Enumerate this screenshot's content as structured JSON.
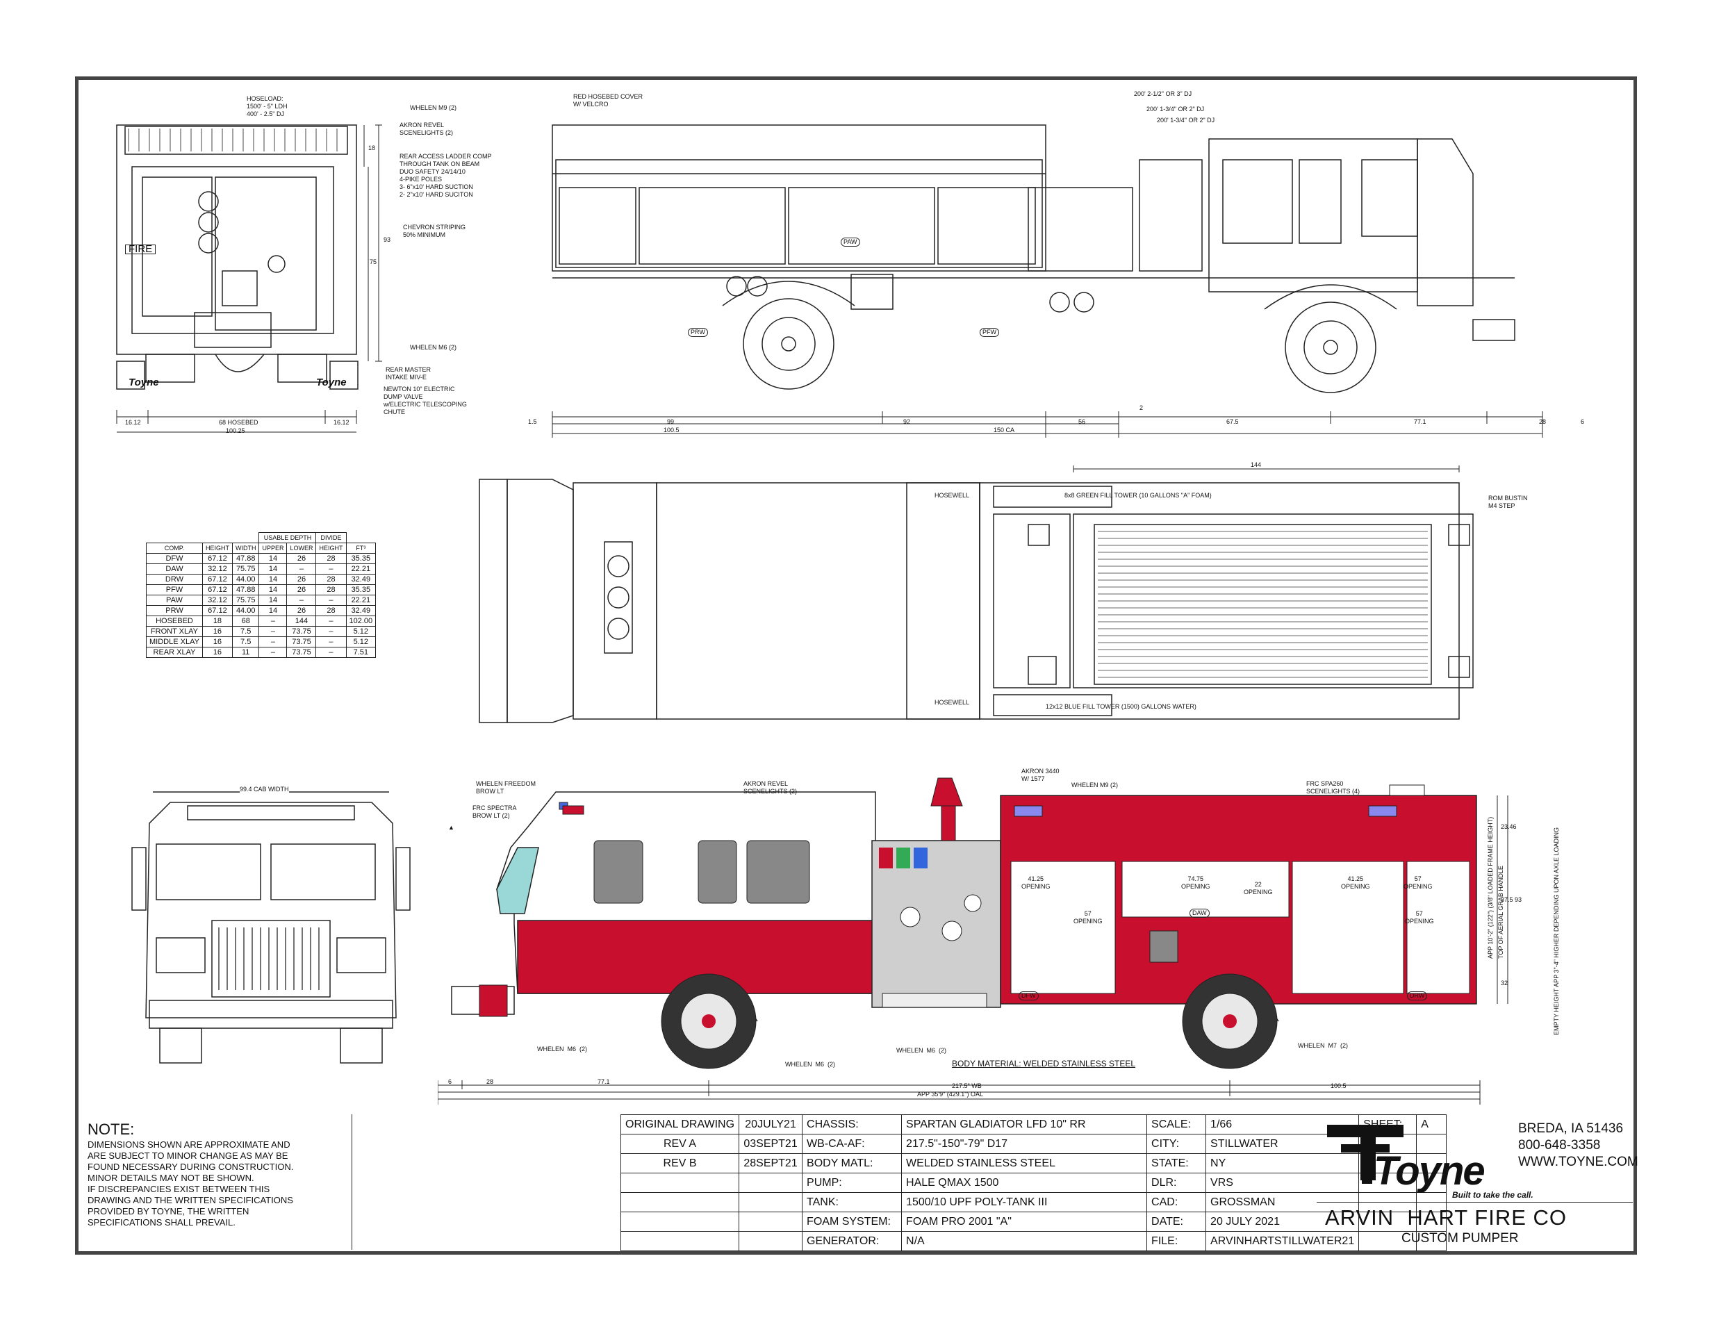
{
  "rear_view": {
    "hoseload": "HOSELOAD:\n1500' - 5\" LDH\n400' - 2.5\" DJ",
    "whelen_m9": "WHELEN M9 (2)",
    "akron_revel": "AKRON REVEL\nSCENELIGHTS (2)",
    "rear_access": "REAR ACCESS LADDER COMP\nTHROUGH TANK ON BEAM\nDUO SAFETY 24/14/10\n4-PIKE POLES\n3- 6\"x10' HARD SUCTION\n2- 2\"x10' HARD SUCITON",
    "chevron": "CHEVRON STRIPING\n50% MINIMUM",
    "whelen_m6": "WHELEN M6 (2)",
    "rear_master": "REAR MASTER\nINTAKE MIV-E",
    "newton": "NEWTON 10\" ELECTRIC\nDUMP VALVE\nw/ELECTRIC TELESCOPING\nCHUTE",
    "dim_16_12_left": "16.12",
    "dim_hosebed": "68 HOSEBED",
    "dim_16_12_right": "16.12",
    "dim_100_25": "100.25",
    "dim_18": "18",
    "dim_93": "93",
    "dim_75": "75",
    "fire_label": "FIRE",
    "logo_text": "Toyne"
  },
  "side_view_top": {
    "red_hosebed": "RED HOSEBED COVER\nW/ VELCRO",
    "dj1": "200' 2-1/2\" OR 3\" DJ",
    "dj2": "200' 1-3/4\" OR 2\" DJ",
    "dj3": "200' 1-3/4\" OR 2\" DJ",
    "dims": [
      "1.5",
      "99",
      "92",
      "56",
      "2",
      "67.5",
      "77.1",
      "28",
      "6"
    ],
    "dim_100_5": "100.5",
    "dim_150ca": "150 CA",
    "paw": "PAW",
    "prw": "PRW",
    "pfw": "PFW"
  },
  "plan_view": {
    "dim_144": "144",
    "hosewell_top": "HOSEWELL",
    "hosewell_bottom": "HOSEWELL",
    "green_tower": "8x8 GREEN FILL TOWER (10 GALLONS \"A\" FOAM)",
    "blue_tower": "12x12 BLUE FILL TOWER (1500) GALLONS WATER)",
    "rom_bustin": "ROM BUSTIN\nM4 STEP"
  },
  "compartment_table": {
    "headers_top": [
      "",
      "",
      "",
      "USABLE  DEPTH",
      "",
      "DIVIDE",
      ""
    ],
    "headers": [
      "COMP.",
      "HEIGHT",
      "WIDTH",
      "UPPER",
      "LOWER",
      "HEIGHT",
      "FT³"
    ],
    "rows": [
      [
        "DFW",
        "67.12",
        "47.88",
        "14",
        "26",
        "28",
        "35.35"
      ],
      [
        "DAW",
        "32.12",
        "75.75",
        "14",
        "–",
        "–",
        "22.21"
      ],
      [
        "DRW",
        "67.12",
        "44.00",
        "14",
        "26",
        "28",
        "32.49"
      ],
      [
        "PFW",
        "67.12",
        "47.88",
        "14",
        "26",
        "28",
        "35.35"
      ],
      [
        "PAW",
        "32.12",
        "75.75",
        "14",
        "–",
        "–",
        "22.21"
      ],
      [
        "PRW",
        "67.12",
        "44.00",
        "14",
        "26",
        "28",
        "32.49"
      ],
      [
        "HOSEBED",
        "18",
        "68",
        "–",
        "144",
        "–",
        "102.00"
      ],
      [
        "FRONT  XLAY",
        "16",
        "7.5",
        "–",
        "73.75",
        "–",
        "5.12"
      ],
      [
        "MIDDLE  XLAY",
        "16",
        "7.5",
        "–",
        "73.75",
        "–",
        "5.12"
      ],
      [
        "REAR  XLAY",
        "16",
        "11",
        "–",
        "73.75",
        "–",
        "7.51"
      ]
    ]
  },
  "front_view": {
    "cab_width": "99.4 CAB WIDTH"
  },
  "side_view_bottom": {
    "whelen_freedom": "WHELEN FREEDOM\nBROW LT",
    "frc_spectra": "FRC SPECTRA\nBROW LT (2)",
    "akron_revel": "AKRON REVEL\nSCENELIGHTS (2)",
    "akron_3440": "AKRON 3440\nW/ 1577",
    "whelen_m9": "WHELEN M9 (2)",
    "frc_spa260": "FRC SPA260\nSCENELIGHTS (4)",
    "whelen_m6_a": "WHELEN  M6  (2)",
    "whelen_m6_b": "WHELEN  M6  (2)",
    "whelen_m6_c": "WHELEN  M6  (2)",
    "whelen_m7": "WHELEN  M7  (2)",
    "body_material": "BODY MATERIAL: WELDED STAINLESS STEEL",
    "open1": "41.25\nOPENING",
    "open2": "57\nOPENING",
    "open3": "74.75\nOPENING",
    "open4": "22\nOPENING",
    "open5": "41.25\nOPENING",
    "open6": "57\nOPENING",
    "open7": "57\nOPENING",
    "daw": "DAW",
    "dfw": "DFW",
    "drw": "DRW",
    "dims_bottom": [
      "6",
      "28",
      "77.1",
      "217.5\" WB",
      "100.5"
    ],
    "oal": "APP 35'9\" (429.1\") OAL",
    "dims_right": [
      "23.46",
      "37.5",
      "93",
      "32"
    ],
    "height_note": "APP 10'-2\" (122\") (3/8\" LOADED FRAME HEIGHT)",
    "height_note2": "TOP OF AERIAL GRAB HANDLE",
    "height_note3": "EMPTY HEIGHT APP 3\"-4\" HIGHER DEPENDING UPON AXLE LOADING"
  },
  "note": {
    "title": "NOTE:",
    "text": "DIMENSIONS SHOWN ARE APPROXIMATE AND\nARE SUBJECT TO MINOR CHANGE AS MAY BE\nFOUND NECESSARY DURING CONSTRUCTION.\nMINOR DETAILS MAY NOT BE SHOWN.\nIF DISCREPANCIES EXIST BETWEEN THIS\nDRAWING AND THE WRITTEN SPECIFICATIONS\nPROVIDED BY TOYNE, THE WRITTEN\nSPECIFICATIONS SHALL PREVAIL."
  },
  "title_block": {
    "rows": [
      [
        "ORIGINAL DRAWING",
        "20JULY21",
        "CHASSIS:",
        "SPARTAN GLADIATOR LFD 10\" RR",
        "SCALE:",
        "1/66",
        "SHEET:",
        "A"
      ],
      [
        "REV A",
        "03SEPT21",
        "WB-CA-AF:",
        "217.5\"-150\"-79\"  D17",
        "CITY:",
        "STILLWATER",
        "",
        ""
      ],
      [
        "REV B",
        "28SEPT21",
        "BODY MATL:",
        "WELDED STAINLESS STEEL",
        "STATE:",
        "NY",
        "",
        ""
      ],
      [
        "",
        "",
        "PUMP:",
        "HALE QMAX 1500",
        "DLR:",
        "VRS",
        "",
        ""
      ],
      [
        "",
        "",
        "TANK:",
        "1500/10 UPF POLY-TANK III",
        "CAD:",
        "GROSSMAN",
        "",
        ""
      ],
      [
        "",
        "",
        "FOAM SYSTEM:",
        "FOAM PRO 2001 \"A\"",
        "DATE:",
        "20 JULY 2021",
        "",
        ""
      ],
      [
        "",
        "",
        "GENERATOR:",
        "N/A",
        "FILE:",
        "ARVINHARTSTILLWATER21",
        "",
        ""
      ]
    ]
  },
  "brand": {
    "logo": "Toyne",
    "tagline": "Built to take the call.",
    "address": "BREDA, IA 51436",
    "phone": "800-648-3358",
    "web": "WWW.TOYNE.COM",
    "customer": "ARVIN  HART FIRE CO",
    "product": "CUSTOM PUMPER"
  },
  "colors": {
    "red": "#c8102e",
    "line": "#222222",
    "glass": "#9ad8d8",
    "light_blue": "#8888ee"
  }
}
